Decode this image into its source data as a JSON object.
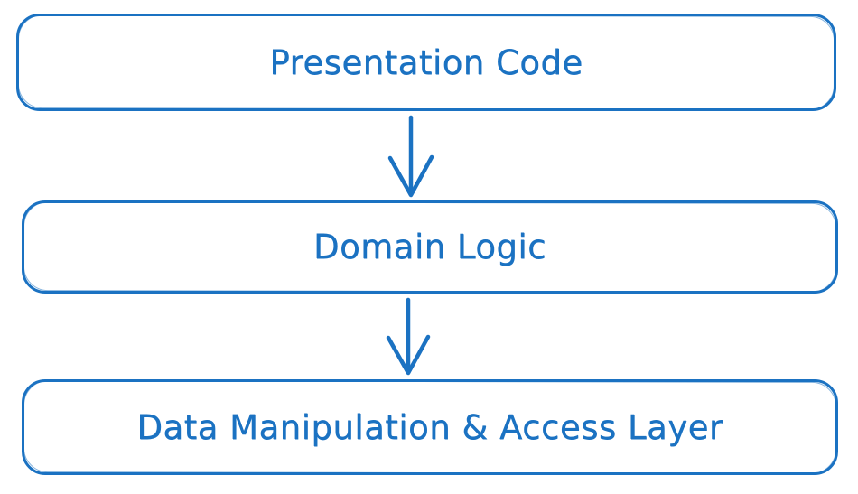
{
  "diagram": {
    "title": "Three-tier architecture diagram",
    "style": "hand-drawn",
    "background_color": "#ffffff",
    "stroke_color": "#1b72c2",
    "nodes": [
      {
        "id": "presentation",
        "label": "Presentation Code"
      },
      {
        "id": "domain",
        "label": "Domain Logic"
      },
      {
        "id": "data",
        "label": "Data Manipulation & Access Layer"
      }
    ],
    "edges": [
      {
        "from": "presentation",
        "to": "domain",
        "direction": "down"
      },
      {
        "from": "domain",
        "to": "data",
        "direction": "down"
      }
    ]
  }
}
